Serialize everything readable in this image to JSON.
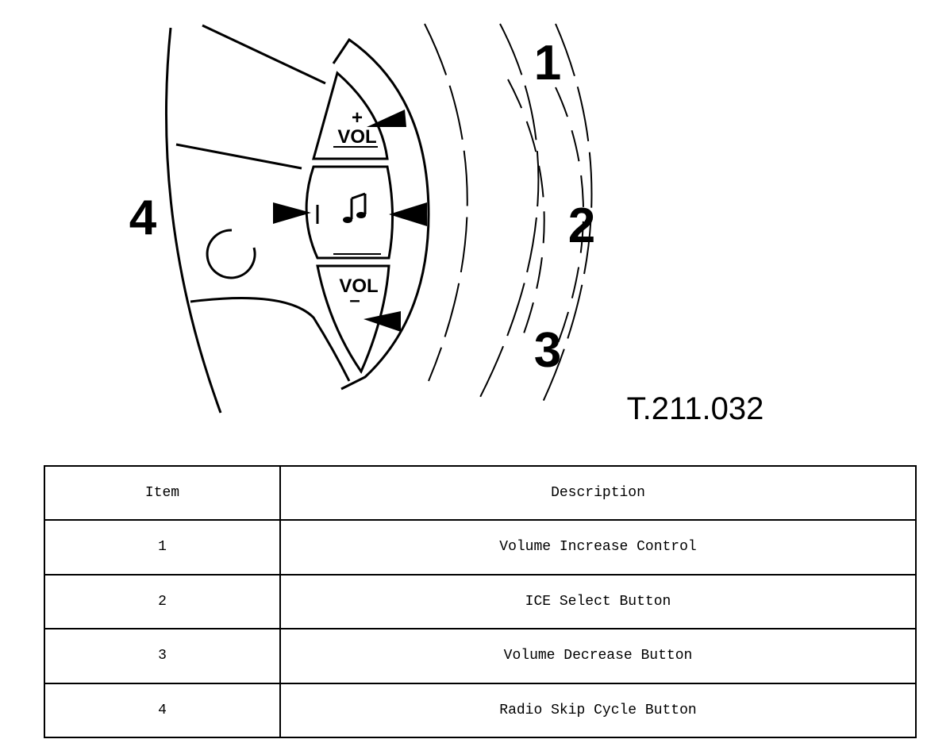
{
  "figure": {
    "callouts": [
      "1",
      "2",
      "3",
      "4"
    ],
    "reference": "T.211.032",
    "controls": {
      "vol_up_label": "VOL",
      "vol_up_sign": "+",
      "vol_down_label": "VOL",
      "vol_down_sign": "–",
      "select_icon": "music-note-icon"
    }
  },
  "legend": {
    "headers": {
      "item": "Item",
      "description": "Description"
    },
    "rows": [
      {
        "item": "1",
        "description": "Volume Increase Control"
      },
      {
        "item": "2",
        "description": "ICE Select Button"
      },
      {
        "item": "3",
        "description": "Volume Decrease Button"
      },
      {
        "item": "4",
        "description": "Radio Skip Cycle Button"
      }
    ]
  }
}
